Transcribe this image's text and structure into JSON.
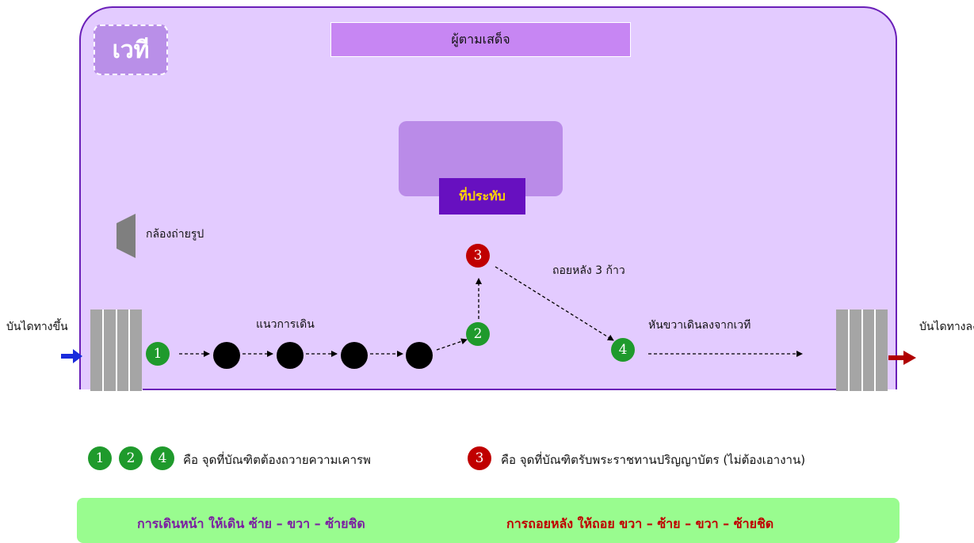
{
  "stage": {
    "badge": "เวที",
    "followers": "ผู้ตามเสด็จ",
    "throne": "ที่ประทับ",
    "camera": "กล้องถ่ายรูป",
    "walk_path": "แนวการเดิน",
    "step_back": "ถอยหลัง 3 ก้าว",
    "turn_right": "หันขวาเดินลงจากเวที",
    "stairs_up": "บันไดทางขึ้น",
    "stairs_down": "บันไดทางลง"
  },
  "points": {
    "p1": "1",
    "p2": "2",
    "p3": "3",
    "p4": "4"
  },
  "legend": {
    "green_points": [
      "1",
      "2",
      "4"
    ],
    "green_text": "คือ จุดที่บัณฑิตต้องถวายความเคารพ",
    "red_point": "3",
    "red_text": "คือ จุดที่บัณฑิตรับพระราชทานปริญญาบัตร (ไม่ต้องเอางาน)"
  },
  "instructions": {
    "forward": "การเดินหน้า ให้เดิน ซ้าย – ขวา – ซ้ายชิด",
    "backward": "การถอยหลัง ให้ถอย ขวา – ซ้าย – ขวา – ซ้ายชิด"
  },
  "colors": {
    "stage_fill": "#e3cbff",
    "stage_border": "#6a1fb8",
    "green_point": "#1f9a2c",
    "red_point": "#c00000",
    "instruction_bar": "#99fc8f",
    "enter_arrow": "#1a2bdc",
    "exit_arrow": "#b00000"
  }
}
